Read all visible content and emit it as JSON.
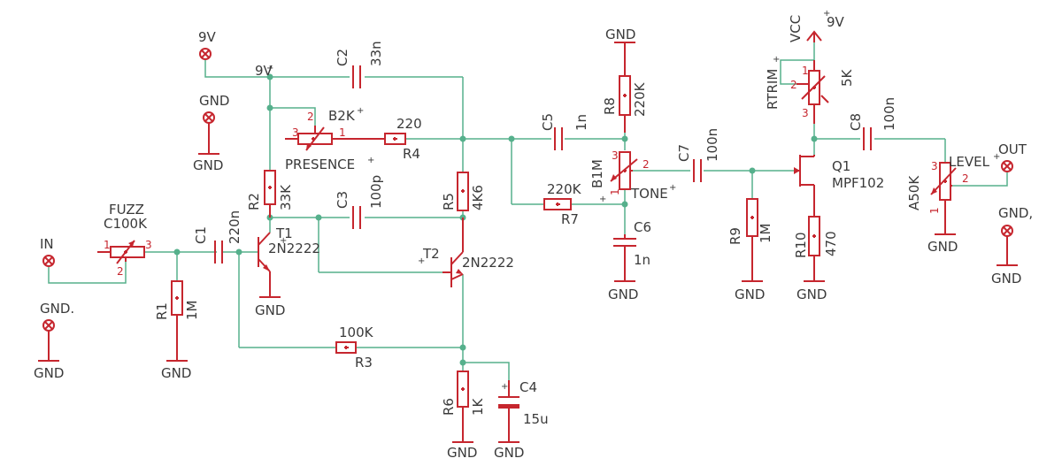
{
  "labels": {
    "in": "IN",
    "gnd_in": "GND.",
    "fuzz": "FUZZ",
    "fuzz_val": "C100K",
    "c1": "C1",
    "c1_val": "220n",
    "r1": "R1",
    "r1_val": "1M",
    "nine_v_top": "9V",
    "nine_v_rail": "9V",
    "gnd_top": "GND",
    "c2": "C2",
    "c2_val": "33n",
    "b2k": "B2K",
    "presence": "PRESENCE",
    "r4_val": "220",
    "r4": "R4",
    "r2": "R2",
    "r2_val": "33K",
    "t1": "T1",
    "t1_val": "2N2222",
    "c3": "C3",
    "c3_val": "100p",
    "r5": "R5",
    "r5_val": "4K6",
    "t2": "T2",
    "t2_val": "2N2222",
    "r3_val": "100K",
    "r3": "R3",
    "r6": "R6",
    "r6_val": "1K",
    "c4": "C4",
    "c4_val": "15u",
    "c5": "C5",
    "c5_val": "1n",
    "r8": "R8",
    "r8_val": "220K",
    "r7_val": "220K",
    "r7": "R7",
    "b1m": "B1M",
    "tone": "TONE",
    "c6": "C6",
    "c6_val": "1n",
    "c7": "C7",
    "c7_val": "100n",
    "r9": "R9",
    "r9_val": "1M",
    "vcc": "VCC",
    "vcc_val": "9V",
    "rtrim": "RTRIM",
    "rtrim_val": "5K",
    "q1": "Q1",
    "q1_val": "MPF102",
    "r10": "R10",
    "r10_val": "470",
    "c8": "C8",
    "c8_val": "100n",
    "level": "LEVEL",
    "a50k": "A50K",
    "out": "OUT",
    "gnd_out": "GND,",
    "gnd": "GND",
    "pin1": "1",
    "pin2": "2",
    "pin3": "3",
    "plus": "+"
  },
  "colors": {
    "wire": "#56b08c",
    "part": "#c6262e",
    "text": "#3a3a3a"
  }
}
